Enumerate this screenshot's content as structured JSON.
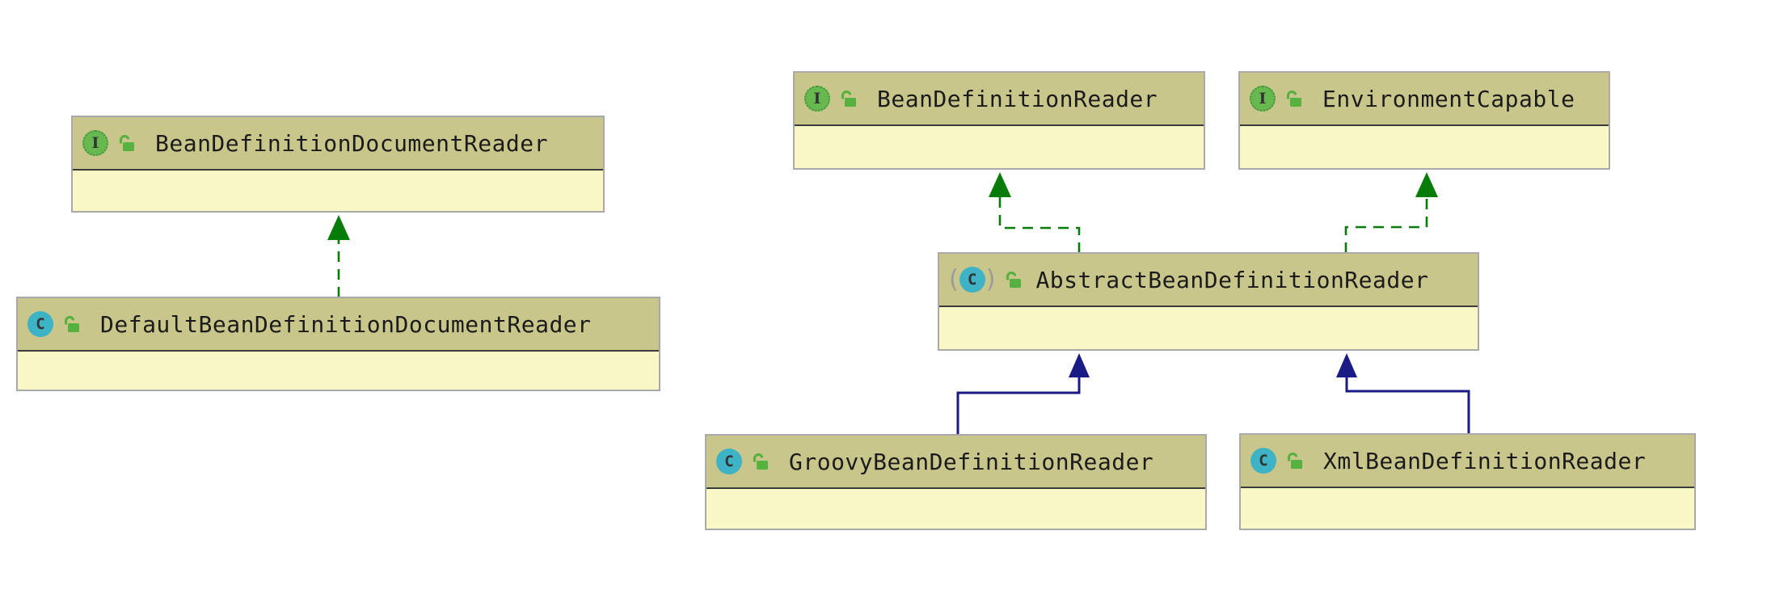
{
  "diagram": {
    "type": "uml-class-diagram",
    "nodes": [
      {
        "label": "BeanDefinitionDocumentReader",
        "kind": "interface",
        "icon_letter": "I",
        "modifier_icon": "open-lock"
      },
      {
        "label": "DefaultBeanDefinitionDocumentReader",
        "kind": "class",
        "icon_letter": "C",
        "modifier_icon": "open-lock"
      },
      {
        "label": "BeanDefinitionReader",
        "kind": "interface",
        "icon_letter": "I",
        "modifier_icon": "open-lock"
      },
      {
        "label": "EnvironmentCapable",
        "kind": "interface",
        "icon_letter": "I",
        "modifier_icon": "open-lock"
      },
      {
        "label": "AbstractBeanDefinitionReader",
        "kind": "abstract-class",
        "icon_letter": "C",
        "modifier_icon": "open-lock"
      },
      {
        "label": "GroovyBeanDefinitionReader",
        "kind": "class",
        "icon_letter": "C",
        "modifier_icon": "open-lock"
      },
      {
        "label": "XmlBeanDefinitionReader",
        "kind": "class",
        "icon_letter": "C",
        "modifier_icon": "open-lock"
      }
    ],
    "edges": [
      {
        "from": "DefaultBeanDefinitionDocumentReader",
        "to": "BeanDefinitionDocumentReader",
        "type": "implements",
        "style": "dashed-green-arrow"
      },
      {
        "from": "AbstractBeanDefinitionReader",
        "to": "BeanDefinitionReader",
        "type": "implements",
        "style": "dashed-green-arrow"
      },
      {
        "from": "AbstractBeanDefinitionReader",
        "to": "EnvironmentCapable",
        "type": "implements",
        "style": "dashed-green-arrow"
      },
      {
        "from": "GroovyBeanDefinitionReader",
        "to": "AbstractBeanDefinitionReader",
        "type": "extends",
        "style": "solid-navy-arrow"
      },
      {
        "from": "XmlBeanDefinitionReader",
        "to": "AbstractBeanDefinitionReader",
        "type": "extends",
        "style": "solid-navy-arrow"
      }
    ],
    "colors": {
      "header_bg": "#c9c68c",
      "body_bg": "#f9f7c5",
      "box_border": "#a9a9a9",
      "divider": "#3b3b3b",
      "label_text": "#1b1b1b",
      "interface_badge": "#67b84f",
      "interface_badge_border": "#4c9340",
      "class_badge": "#3fb3c6",
      "badge_letter": "#333333",
      "lock_green": "#57b13f",
      "implements_edge": "#087c08",
      "extends_edge": "#1b1b86",
      "abstract_paren": "#9b9b9b",
      "canvas_bg": "#ffffff"
    }
  }
}
